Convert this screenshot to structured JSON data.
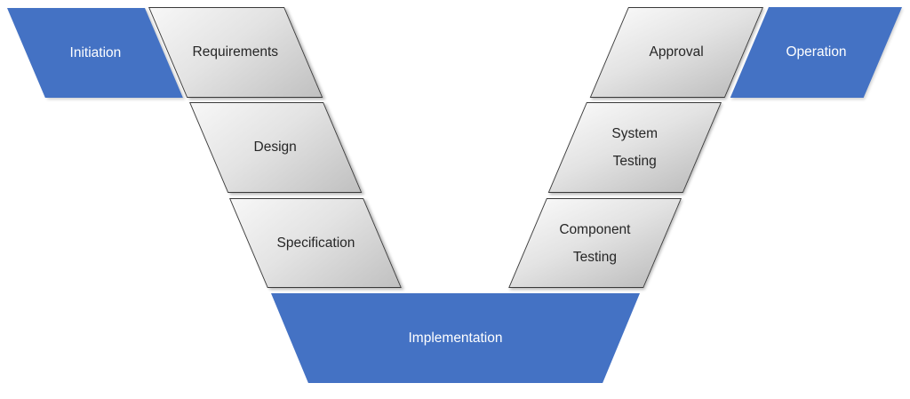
{
  "diagram": {
    "type": "v-model-process-diagram",
    "colors": {
      "accent_blue": "#4472C4",
      "gray_gradient_light": "#F7F7F7",
      "gray_gradient_dark": "#C0C0C0",
      "shape_border": "#3A3A3A",
      "text_on_gray": "#262626",
      "text_on_blue": "#FFFFFF",
      "background": "#FFFFFF"
    },
    "stages": {
      "initiation": {
        "label": "Initiation"
      },
      "requirements": {
        "label": "Requirements"
      },
      "design": {
        "label": "Design"
      },
      "specification": {
        "label": "Specification"
      },
      "implementation": {
        "label": "Implementation"
      },
      "component_testing": {
        "label_line1": "Component",
        "label_line2": "Testing"
      },
      "system_testing": {
        "label_line1": "System",
        "label_line2": "Testing"
      },
      "approval": {
        "label": "Approval"
      },
      "operation": {
        "label": "Operation"
      }
    }
  }
}
